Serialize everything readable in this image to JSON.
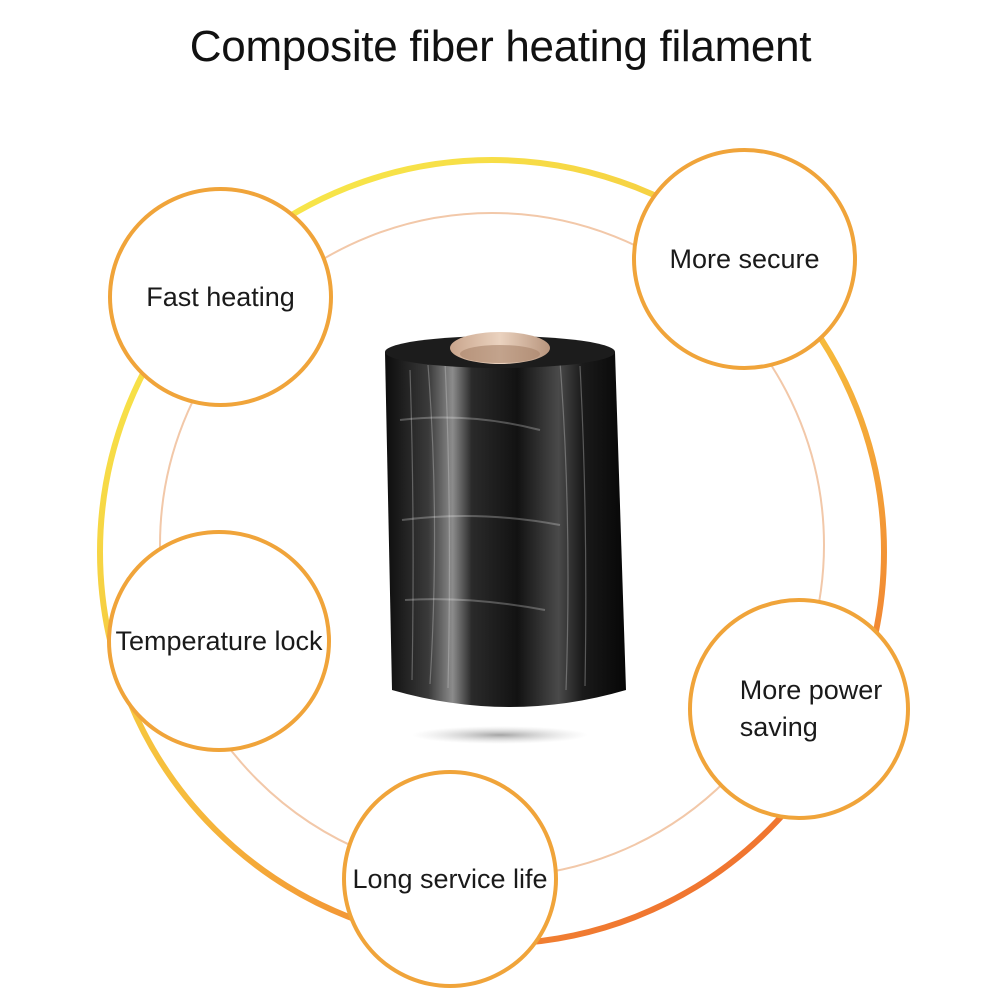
{
  "title": "Composite fiber heating filament",
  "colors": {
    "ring_gradient": [
      "#f7e84a",
      "#f6bd3c",
      "#ef6b2e"
    ],
    "inner_ring": "#f2c8a9",
    "bubble_border": "#f0a43a",
    "spool_fiber": "#151515",
    "spool_core": "#d8b8a0"
  },
  "product_image": "carbon-fiber-spool",
  "features": [
    {
      "id": "fast",
      "lines": [
        "Fast heating"
      ]
    },
    {
      "id": "secure",
      "lines": [
        "More secure"
      ]
    },
    {
      "id": "temp",
      "lines": [
        "Temperature lock"
      ]
    },
    {
      "id": "power",
      "lines": [
        "More power",
        "saving"
      ]
    },
    {
      "id": "life",
      "lines": [
        "Long service life"
      ]
    }
  ]
}
